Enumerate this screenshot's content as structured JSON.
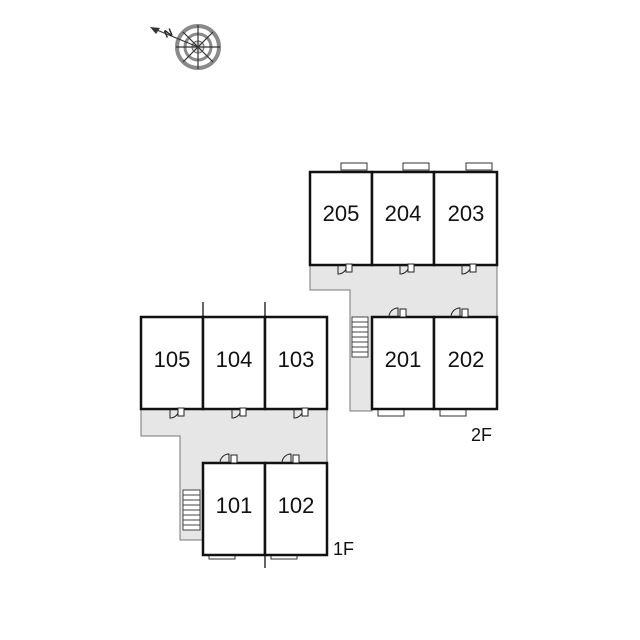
{
  "compass": {
    "north_letter": "N",
    "icon": "compass-rose-icon"
  },
  "floors": [
    {
      "label": "2F",
      "units": [
        "205",
        "204",
        "203",
        "201",
        "202"
      ]
    },
    {
      "label": "1F",
      "units": [
        "105",
        "104",
        "103",
        "101",
        "102"
      ]
    }
  ],
  "colors": {
    "walls": "#111111",
    "corridor": "#e6e6e6",
    "background": "#ffffff"
  }
}
